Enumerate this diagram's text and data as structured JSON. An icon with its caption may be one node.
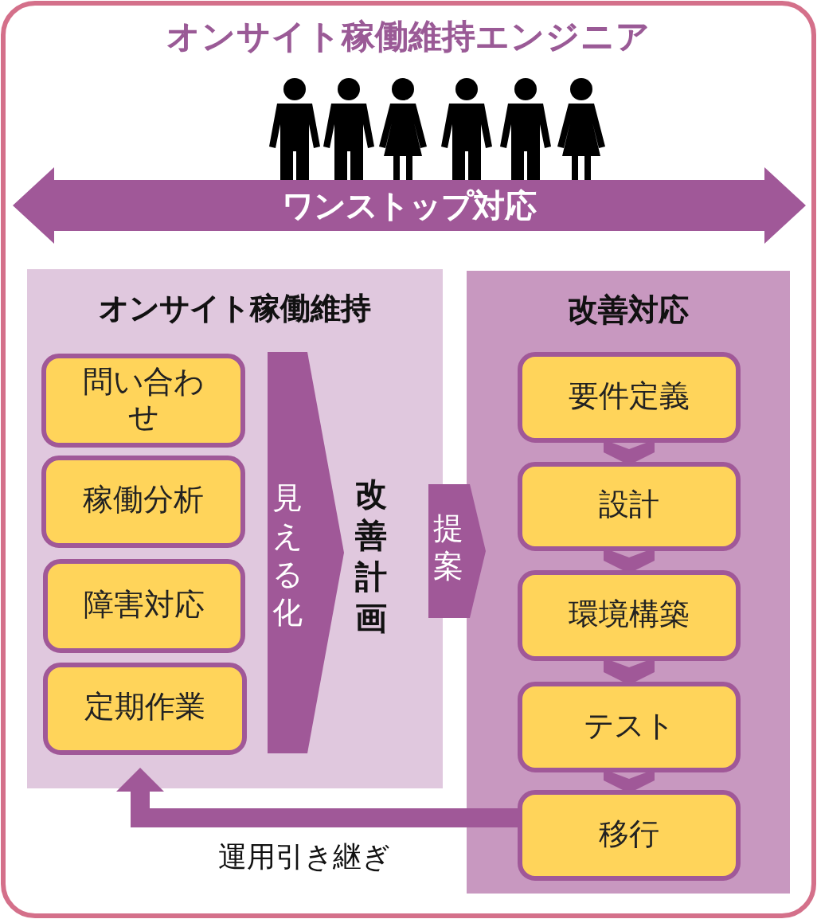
{
  "diagram": {
    "title": "オンサイト稼働維持エンジニア",
    "nodes": [
      {
        "text": [
          "ワンストップ対応"
        ]
      },
      {
        "text": [
          "オンサイト稼働維持"
        ]
      },
      {
        "text": [
          "問い合わせ"
        ],
        "in": 1
      },
      {
        "text": [
          "稼働分析"
        ],
        "in": 1
      },
      {
        "text": [
          "障害対応"
        ],
        "in": 1
      },
      {
        "text": [
          "定期作業"
        ],
        "in": 1
      },
      {
        "text": [
          "見える化"
        ],
        "in": 1
      },
      {
        "text": [
          "改善計画"
        ],
        "in": 1
      },
      {
        "text": [
          "改善対応"
        ]
      },
      {
        "text": [
          "要件定義"
        ],
        "in": 8
      },
      {
        "text": [
          "設計"
        ],
        "in": 8
      },
      {
        "text": [
          "環境構築"
        ],
        "in": 8
      },
      {
        "text": [
          "テスト"
        ],
        "in": 8
      },
      {
        "text": [
          "移行"
        ],
        "in": 8
      }
    ],
    "edges": [
      {
        "from": 1,
        "to": 8,
        "arrow": "to",
        "label": "提案"
      },
      {
        "from": 9,
        "to": 10,
        "arrow": "to"
      },
      {
        "from": 10,
        "to": 11,
        "arrow": "to"
      },
      {
        "from": 11,
        "to": 12,
        "arrow": "to"
      },
      {
        "from": 12,
        "to": 13,
        "arrow": "to"
      },
      {
        "from": 13,
        "to": 1,
        "arrow": "to",
        "label": "運用引き継ぎ"
      }
    ]
  }
}
